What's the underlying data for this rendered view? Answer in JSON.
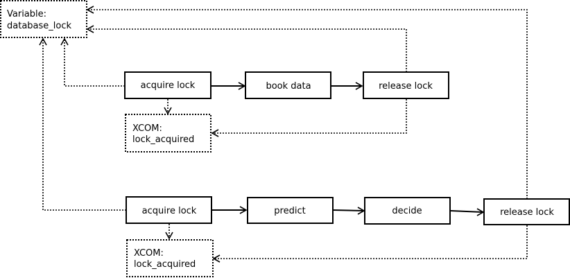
{
  "variable_box": {
    "line1": "Variable:",
    "line2": "database_lock"
  },
  "flow_top": {
    "acquire": "acquire lock",
    "book": "book data",
    "release": "release lock",
    "xcom": {
      "line1": "XCOM:",
      "line2": "lock_acquired"
    }
  },
  "flow_bottom": {
    "acquire": "acquire lock",
    "predict": "predict",
    "decide": "decide",
    "release": "release lock",
    "xcom": {
      "line1": "XCOM:",
      "line2": "lock_acquired"
    }
  }
}
